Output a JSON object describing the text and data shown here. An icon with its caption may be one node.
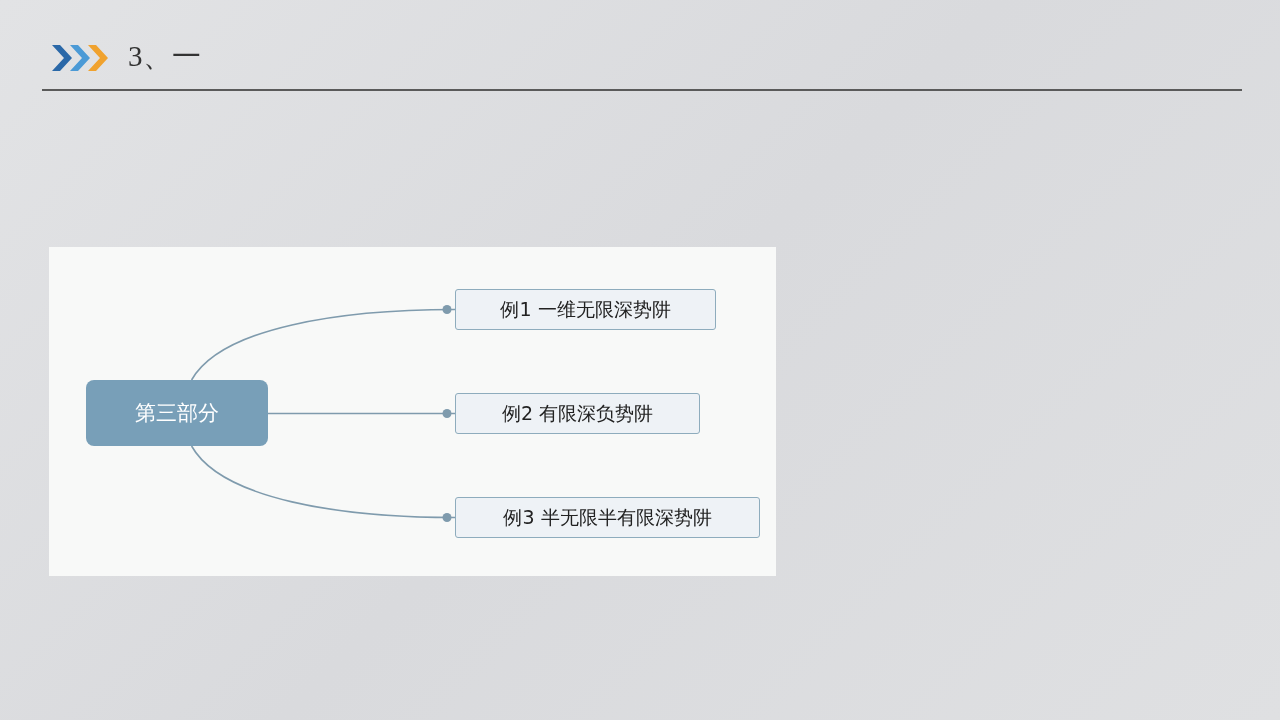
{
  "diagram": {
    "title": "3、一",
    "nodes": [
      {
        "text": [
          "第三部分"
        ]
      },
      {
        "text": [
          "例1 一维无限深势阱"
        ]
      },
      {
        "text": [
          "例2 有限深负势阱"
        ]
      },
      {
        "text": [
          "例3 半无限半有限深势阱"
        ]
      }
    ],
    "edges": [
      {
        "from": 0,
        "to": 1,
        "arrow": "other"
      },
      {
        "from": 0,
        "to": 2,
        "arrow": "other"
      },
      {
        "from": 0,
        "to": 3,
        "arrow": "other"
      }
    ]
  }
}
